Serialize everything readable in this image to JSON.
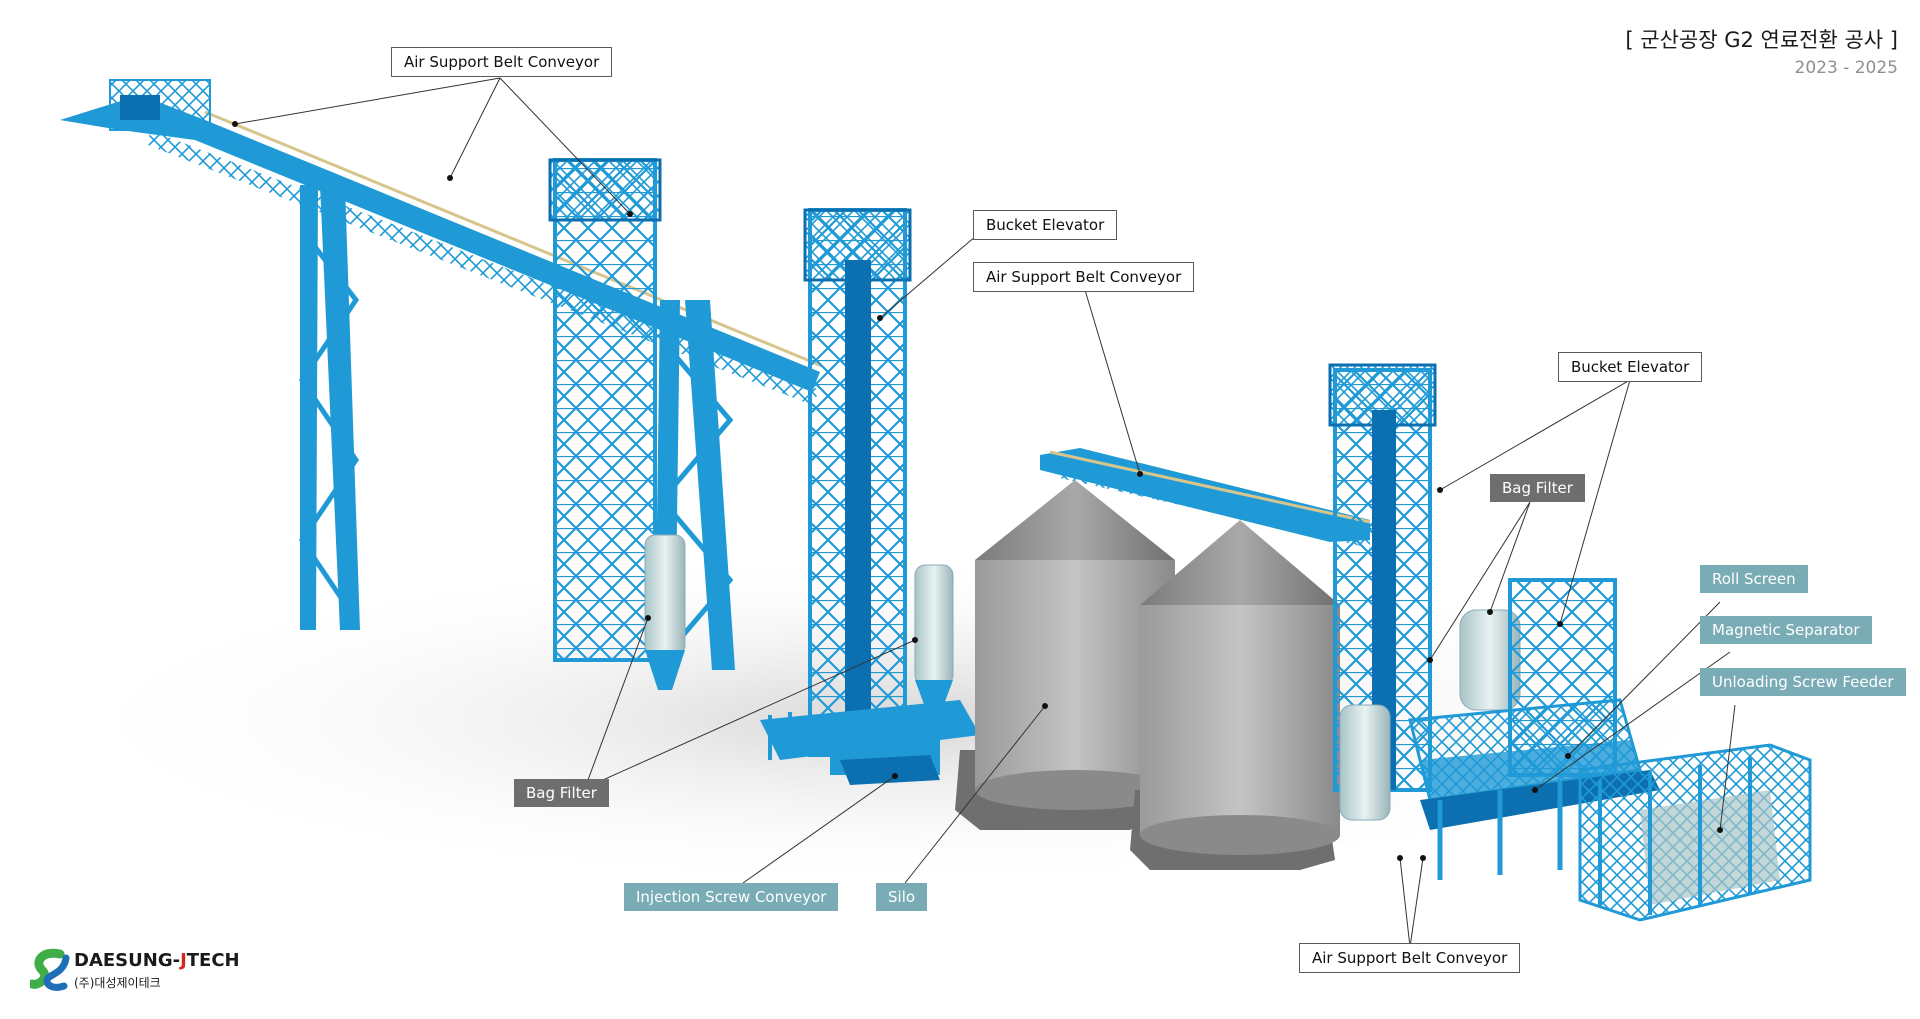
{
  "header": {
    "title": "[ 군산공장 G2 연료전환 공사 ]",
    "years": "2023  -  2025"
  },
  "labels": {
    "air_belt_top": "Air Support Belt Conveyor",
    "bucket_elevator_1": "Bucket Elevator",
    "air_belt_mid": "Air Support Belt Conveyor",
    "bucket_elevator_2": "Bucket Elevator",
    "bag_filter_right": "Bag Filter",
    "roll_screen": "Roll Screen",
    "magnetic_separator": "Magnetic Separator",
    "unloading_screw_feeder": "Unloading Screw Feeder",
    "bag_filter_left": "Bag Filter",
    "injection_screw_conveyor": "Injection Screw Conveyor",
    "silo": "Silo",
    "air_belt_bottom": "Air Support Belt Conveyor"
  },
  "logo": {
    "name_prefix": "DAESUNG-",
    "name_j": "J",
    "name_suffix": "TECH",
    "korean": "(주)대성제이테크"
  },
  "colors": {
    "structure_blue": "#1f9ad6",
    "structure_dark": "#0c6fb0",
    "silo_grey": "#8d8d8d",
    "label_white": "#ffffff",
    "label_grey": "#6e6e6e",
    "label_teal": "#7aacb5",
    "logo_green": "#3fae49",
    "logo_blue": "#1e6fb8",
    "logo_red": "#d8281e"
  }
}
